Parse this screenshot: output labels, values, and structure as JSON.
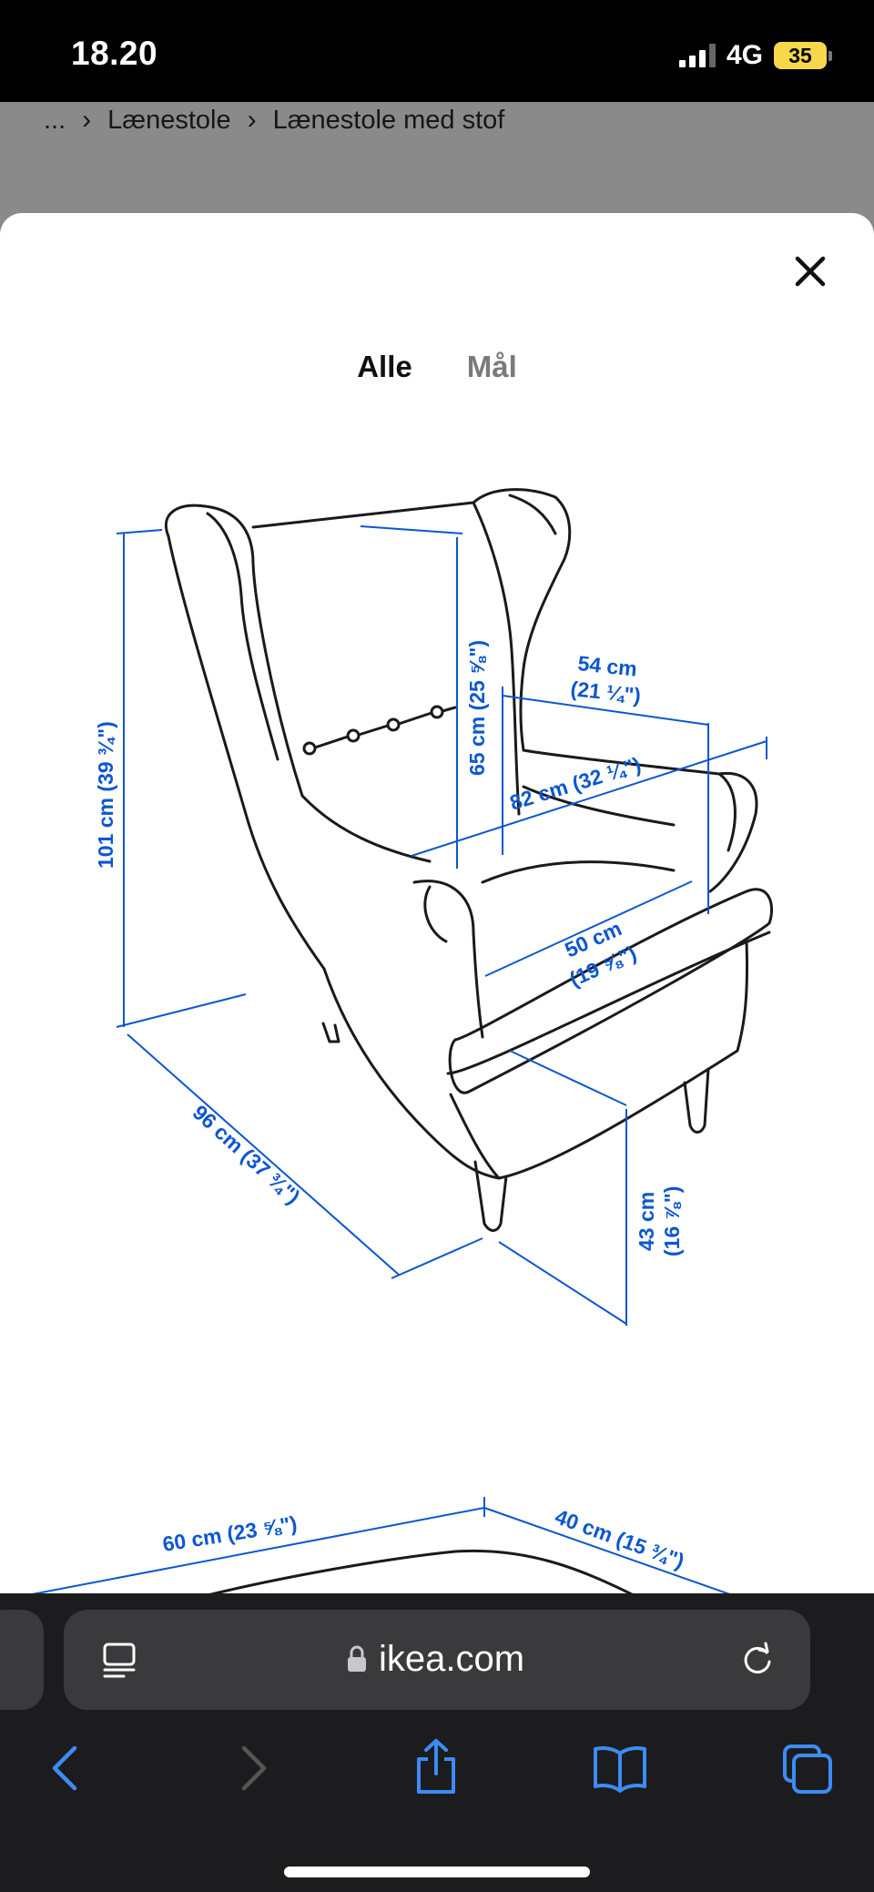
{
  "status": {
    "time": "18.20",
    "network": "4G",
    "battery": "35"
  },
  "breadcrumb": {
    "ellipsis": "...",
    "separator": "›",
    "items": [
      "Lænestole",
      "Lænestole med stof"
    ]
  },
  "tabs": [
    {
      "label": "Alle",
      "active": true
    },
    {
      "label": "Mål",
      "active": false
    }
  ],
  "dimensions": {
    "height": "101 cm (39 ¾\")",
    "back_height": "65 cm (25 ⅝\")",
    "seat_width_top": "54 cm",
    "seat_width_top_in": "(21 ¼\")",
    "width": "82 cm (32 ¼\")",
    "seat_depth": "50 cm",
    "seat_depth_in": "(19 ⅝\")",
    "depth": "96 cm (37 ¾\")",
    "seat_height": "43 cm",
    "seat_height_in": "(16 ⅞\")",
    "footstool_width": "60 cm (23 ⅝\")",
    "footstool_depth": "40 cm (15 ¾\")"
  },
  "browser": {
    "url": "ikea.com"
  },
  "colors": {
    "dimension_blue": "#0b57d0",
    "battery_yellow": "#f6d84a",
    "browser_bg": "#1c1c1e"
  }
}
